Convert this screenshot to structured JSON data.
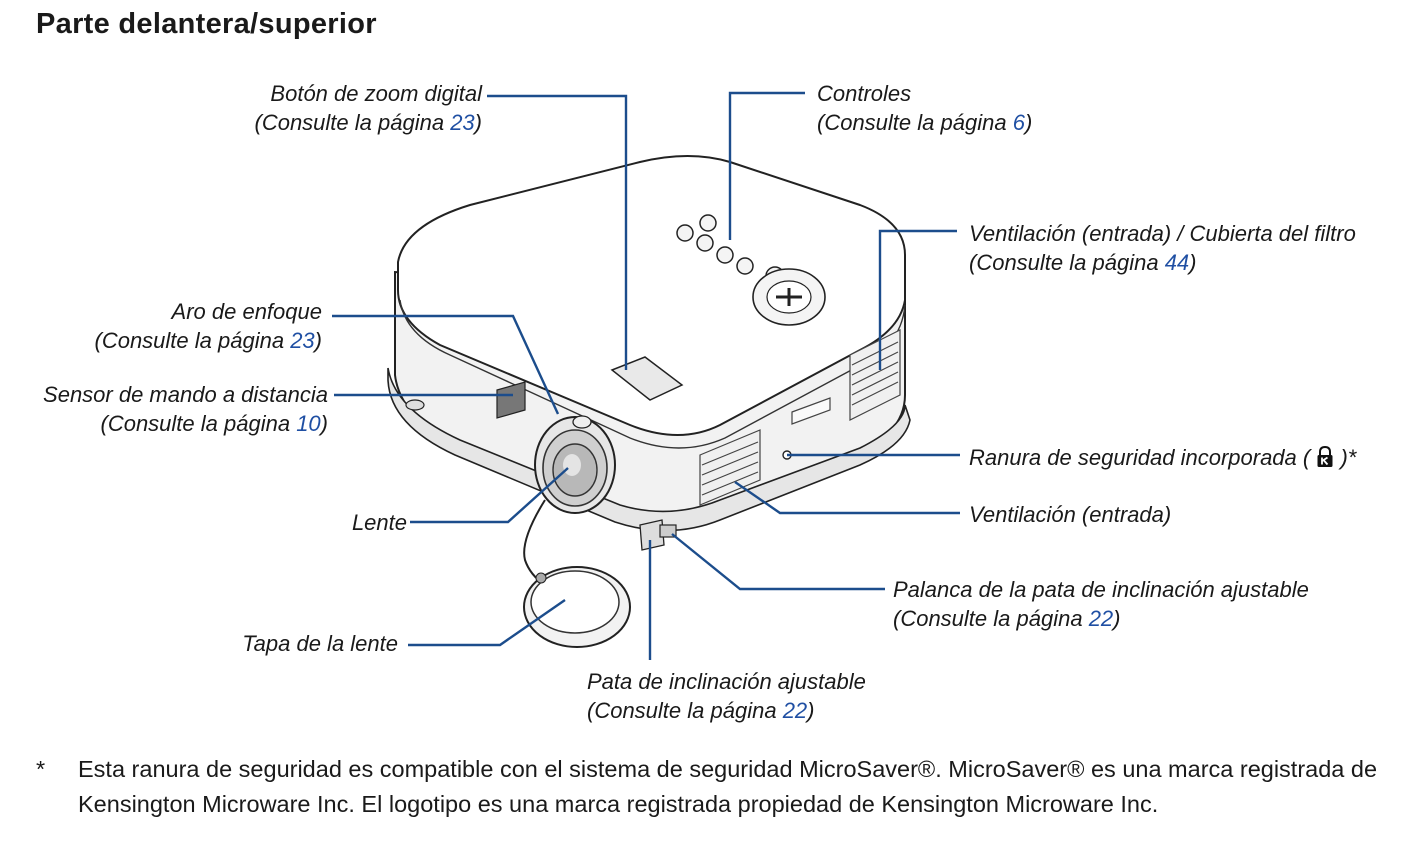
{
  "title": "Parte delantera/superior",
  "labels": {
    "zoom": {
      "name": "Botón de zoom digital",
      "ref_prefix": "(Consulte la página ",
      "page": "23",
      "ref_suffix": ")"
    },
    "controls": {
      "name": "Controles",
      "ref_prefix": "(Consulte la página ",
      "page": "6",
      "ref_suffix": ")"
    },
    "vent_filter": {
      "name": "Ventilación (entrada) / Cubierta del filtro",
      "ref_prefix": "(Consulte la página ",
      "page": "44",
      "ref_suffix": ")"
    },
    "focus": {
      "name": "Aro de enfoque",
      "ref_prefix": "(Consulte la página ",
      "page": "23",
      "ref_suffix": ")"
    },
    "sensor": {
      "name": "Sensor de mando a distancia",
      "ref_prefix": "(Consulte la página ",
      "page": "10",
      "ref_suffix": ")"
    },
    "security": {
      "name_prefix": "Ranura de seguridad incorporada ( ",
      "name_suffix": " )*"
    },
    "vent": {
      "name": "Ventilación (entrada)"
    },
    "lens": {
      "name": "Lente"
    },
    "tilt_lever": {
      "name": "Palanca de la pata de inclinación ajustable",
      "ref_prefix": "(Consulte la página ",
      "page": "22",
      "ref_suffix": ")"
    },
    "lens_cap": {
      "name": "Tapa de la lente"
    },
    "tilt_foot": {
      "name": "Pata de inclinación ajustable",
      "ref_prefix": "(Consulte la página ",
      "page": "22",
      "ref_suffix": ")"
    }
  },
  "footnote": {
    "marker": "*",
    "text": "Esta ranura de seguridad es compatible con el sistema de seguridad MicroSaver®. MicroSaver® es una marca registrada de Kensington Microware Inc. El logotipo es una marca registrada propiedad de Kensington Microware Inc."
  },
  "colors": {
    "leader": "#1c4d8c",
    "page_link": "#1f4fa3"
  }
}
